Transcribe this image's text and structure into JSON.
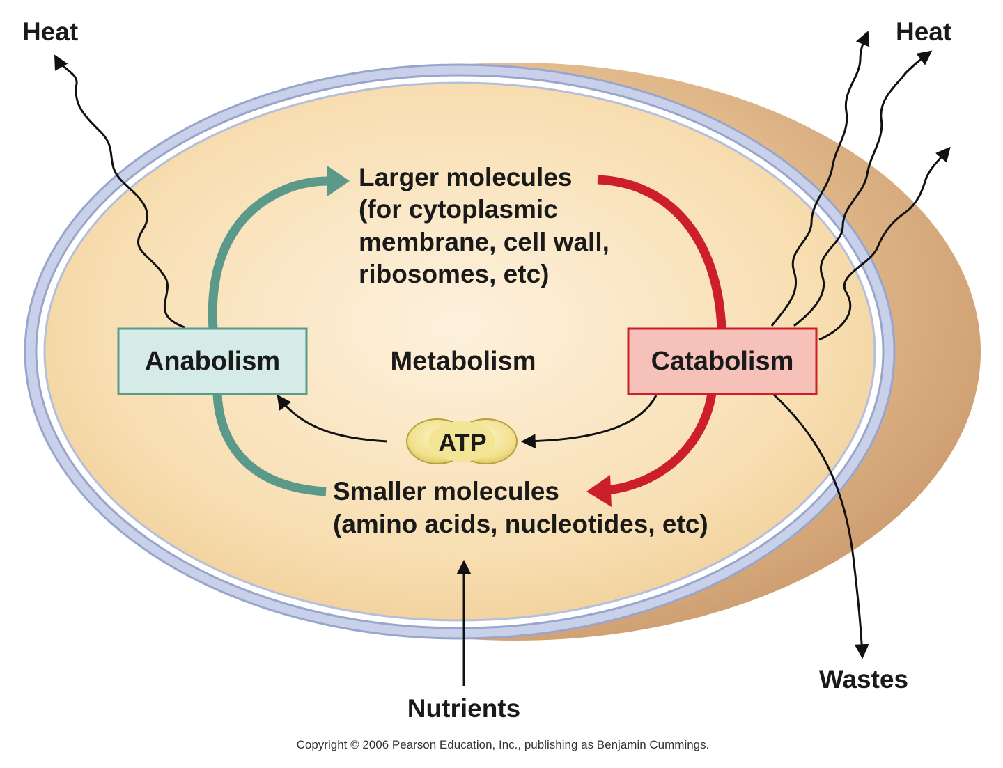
{
  "labels": {
    "heat_left": "Heat",
    "heat_right": "Heat",
    "larger_molecules": [
      "Larger molecules",
      "(for cytoplasmic",
      "membrane, cell wall,",
      "ribosomes, etc)"
    ],
    "anabolism": "Anabolism",
    "metabolism": "Metabolism",
    "catabolism": "Catabolism",
    "atp": "ATP",
    "smaller_molecules": [
      "Smaller molecules",
      "(amino acids, nucleotides, etc)"
    ],
    "nutrients": "Nutrients",
    "wastes": "Wastes",
    "copyright": "Copyright © 2006 Pearson Education, Inc., publishing as Benjamin Cummings."
  },
  "colors": {
    "anabolic_arrow": "#5b9a8b",
    "catabolic_arrow": "#cc1f2b",
    "anabolism_box_fill": "#d5ebe7",
    "anabolism_box_stroke": "#5b9a8b",
    "catabolism_box_fill": "#f5c1b9",
    "catabolism_box_stroke": "#cc1f2b",
    "cell_fill": "#f8dfb3",
    "cell_shadow": "#d9ae7f",
    "membrane": "#b3bfdc",
    "atp_fill": "#f1e08c"
  }
}
